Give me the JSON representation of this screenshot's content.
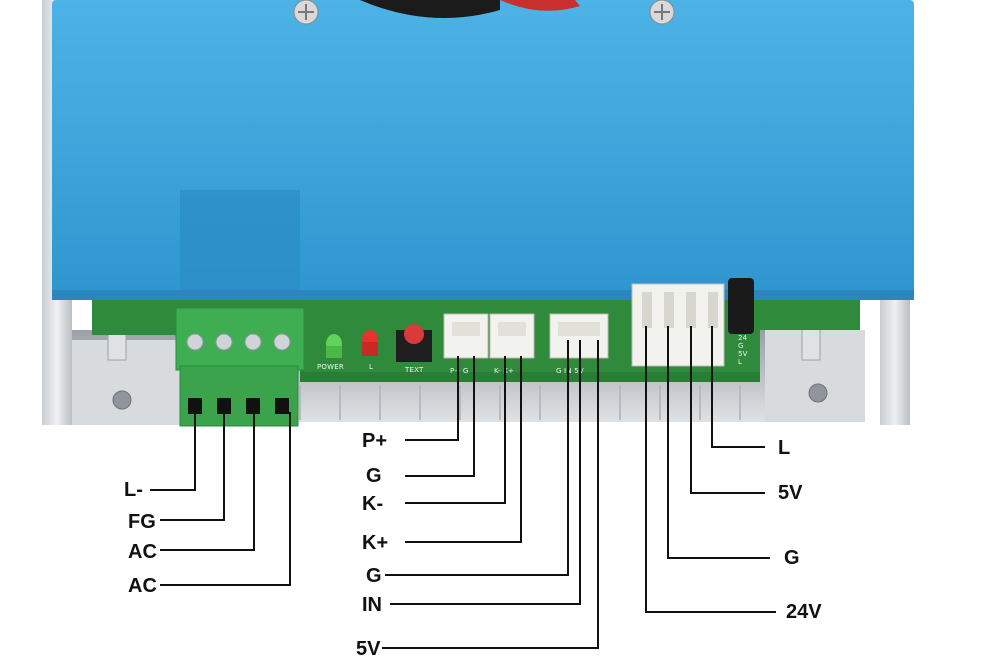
{
  "board": {
    "silkscreen": {
      "power": "POWER",
      "l": "L",
      "test": "TEXT",
      "conn1": "P+ G",
      "conn2": "K- K+",
      "conn3": "G IN 5V",
      "side": [
        "24",
        "G",
        "5V",
        "L"
      ]
    }
  },
  "labels": {
    "l_minus": "L-",
    "fg": "FG",
    "ac1": "AC",
    "ac2": "AC",
    "p_plus": "P+",
    "g1": "G",
    "k_minus": "K-",
    "k_plus": "K+",
    "g2": "G",
    "in": "IN",
    "v5_a": "5V",
    "l": "L",
    "v5_b": "5V",
    "g3": "G",
    "v24": "24V"
  },
  "colors": {
    "case_blue": "#3aa3dc",
    "pcb_green": "#2f8a3c",
    "terminal_green": "#3fae52",
    "leader": "#111111"
  }
}
